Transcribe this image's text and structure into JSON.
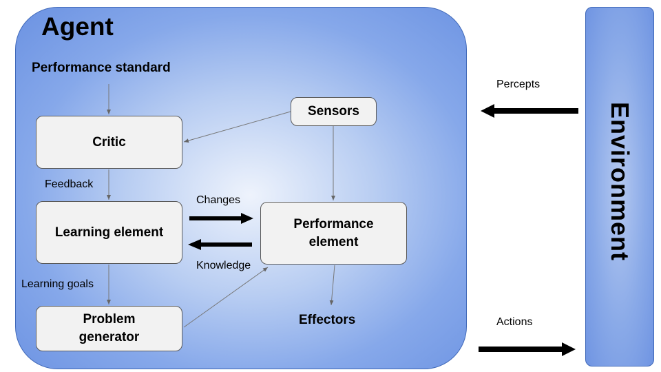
{
  "agent": {
    "title": "Agent"
  },
  "environment": {
    "title": "Environment"
  },
  "nodes": {
    "critic": "Critic",
    "learning_element": "Learning element",
    "problem_generator": "Problem generator",
    "sensors": "Sensors",
    "performance_element": "Performance element"
  },
  "texts": {
    "performance_standard": "Performance standard",
    "effectors": "Effectors"
  },
  "edge_labels": {
    "feedback": "Feedback",
    "learning_goals": "Learning goals",
    "changes": "Changes",
    "knowledge": "Knowledge",
    "percepts": "Percepts",
    "actions": "Actions"
  }
}
